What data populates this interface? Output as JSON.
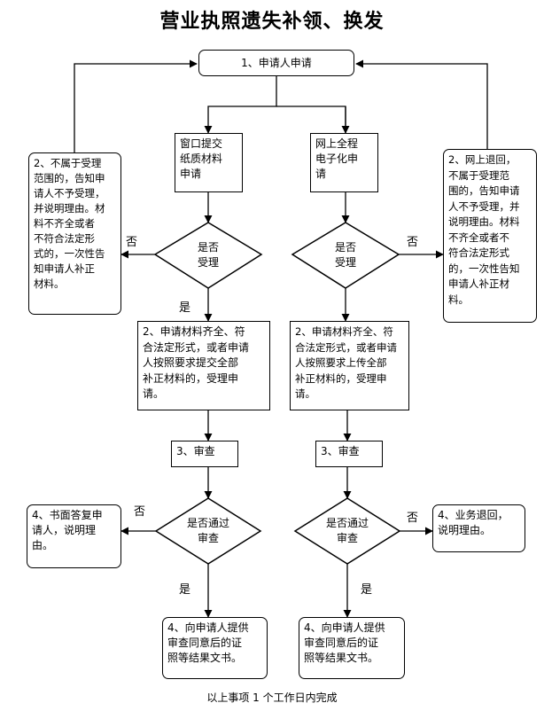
{
  "title": "营业执照遗失补领、换发",
  "nodes": {
    "apply": "1、申请人申请",
    "window_submit": "窗口提交\n纸质材料\n申请",
    "online": "网上全程\n电子化申\n请",
    "left_reject": "2、不属于受理\n范围的，告知申\n请人不予受理，\n并说明理由。材\n料不齐全或者\n不符合法定形\n式的，一次性告\n知申请人补正\n材料。",
    "right_reject": "2、网上退回，\n不属于受理范\n围的，告知申请\n人不予受理，并\n说明理由。材料\n不齐全或者不\n符合法定形式\n的，一次性告知\n申请人补正材\n料。",
    "left_accept_q": "是否\n受理",
    "right_accept_q": "是否\n受理",
    "left_accept": "2、申请材料齐全、符\n合法定形式，或者申请\n人按照要求提交全部\n补正材料的，受理申\n请。",
    "right_accept": "2、申请材料齐全、符\n合法定形式，或者申请\n人按照要求上传全部\n补正材料的，受理申\n请。",
    "left_review": "3、审查",
    "right_review": "3、审查",
    "left_pass_q": "是否通过\n审查",
    "right_pass_q": "是否通过\n审查",
    "left_fail": "4、书面答复申\n请人，说明理\n由。",
    "right_fail": "4、业务退回，\n说明理由。",
    "left_result": "4、向申请人提供\n审查同意后的证\n照等结果文书。",
    "right_result": "4、向申请人提供\n审查同意后的证\n照等结果文书。"
  },
  "labels": {
    "yes": "是",
    "no": "否"
  },
  "footer": "以上事项 1 个工作日内完成"
}
